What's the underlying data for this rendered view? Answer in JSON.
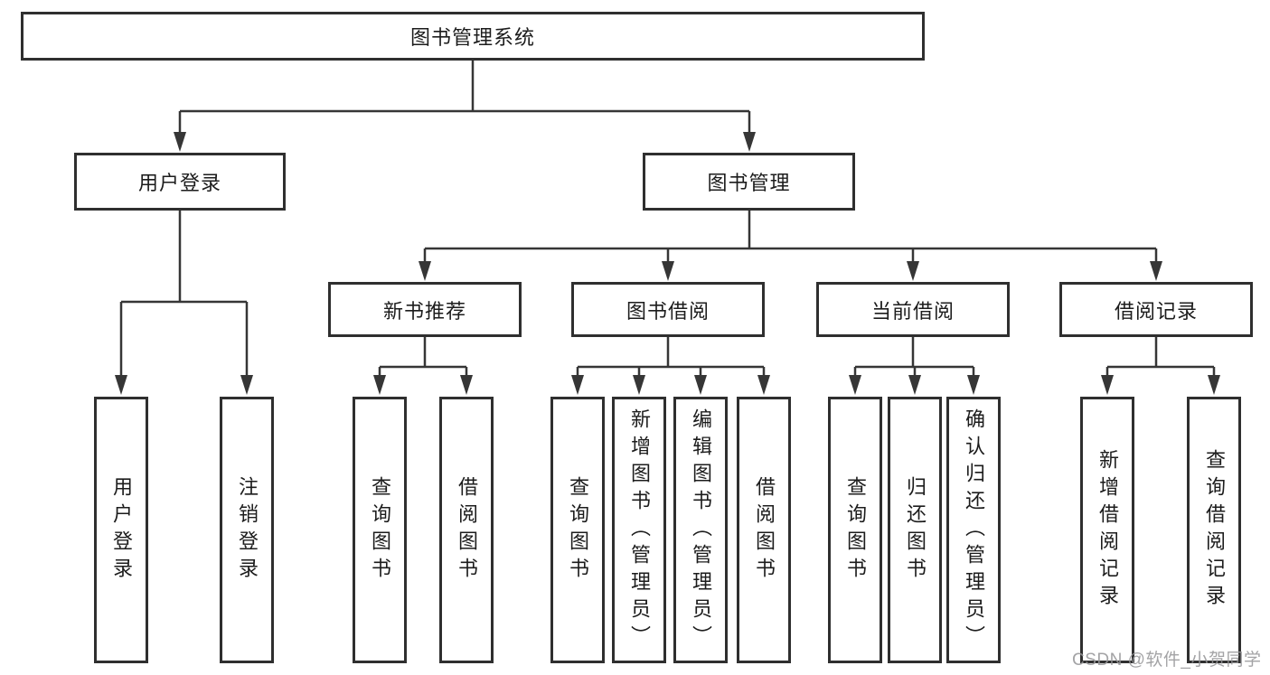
{
  "tree": {
    "root": "图书管理系统",
    "branches": [
      {
        "label": "用户登录",
        "leaves": [
          "用户登录",
          "注销登录"
        ]
      },
      {
        "label": "图书管理",
        "sections": [
          {
            "label": "新书推荐",
            "leaves": [
              "查询图书",
              "借阅图书"
            ]
          },
          {
            "label": "图书借阅",
            "leaves": [
              "查询图书",
              "新增图书（管理员）",
              "编辑图书（管理员）",
              "借阅图书"
            ]
          },
          {
            "label": "当前借阅",
            "leaves": [
              "查询图书",
              "归还图书",
              "确认归还（管理员）"
            ]
          },
          {
            "label": "借阅记录",
            "leaves": [
              "新增借阅记录",
              "查询借阅记录"
            ]
          }
        ]
      }
    ]
  },
  "watermark": {
    "text": "CSDN @软件_小贺同学"
  },
  "colors": {
    "line": "#363636",
    "box_border": "#2f2f2f",
    "text": "#1c1c1c",
    "watermark": "#969698",
    "background": "#ffffff"
  }
}
